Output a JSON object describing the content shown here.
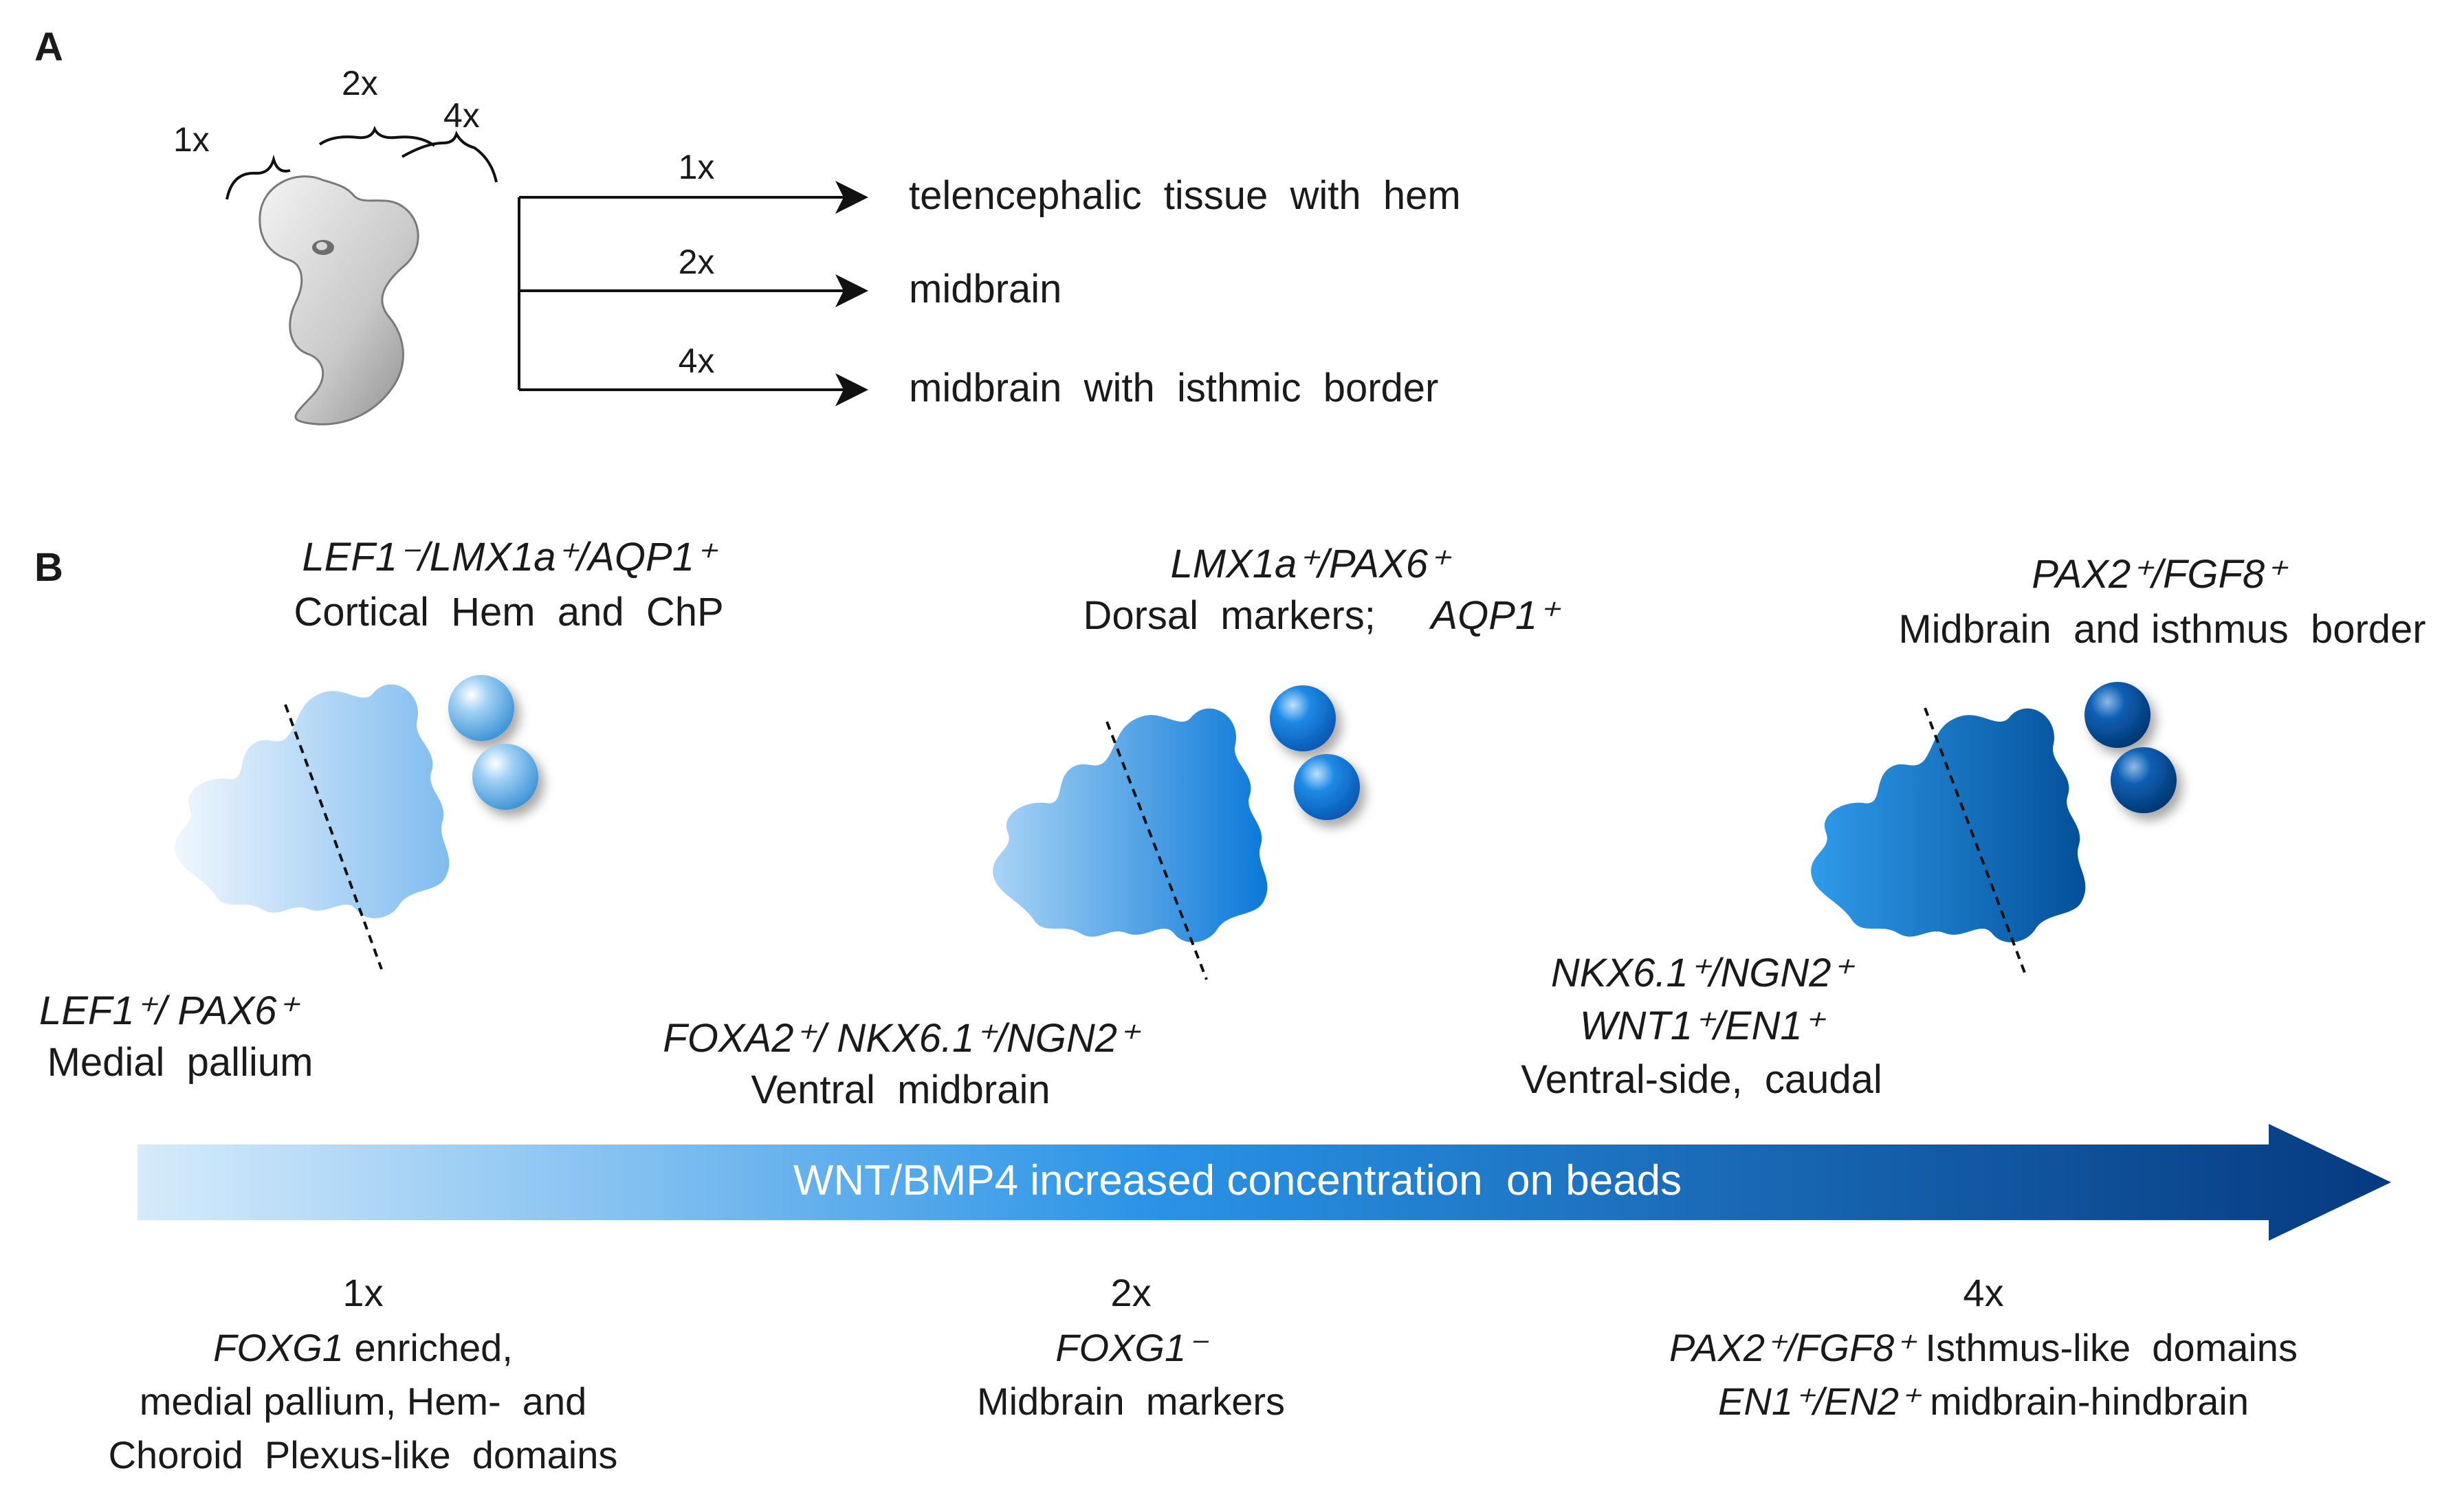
{
  "panel_a": {
    "label": "A",
    "position_labels": [
      "1x",
      "2x",
      "4x"
    ],
    "arrows": [
      {
        "dose": "1x",
        "outcome": "telencephalic  tissue  with  hem"
      },
      {
        "dose": "2x",
        "outcome": "midbrain"
      },
      {
        "dose": "4x",
        "outcome": "midbrain  with  isthmic  border"
      }
    ]
  },
  "panel_b": {
    "label": "B",
    "organoids": [
      {
        "top_markers": "LEF1⁻/LMX1a⁺/AQP1⁺",
        "top_desc": "Cortical  Hem  and  ChP",
        "bottom_markers": "LEF1⁺/ PAX6⁺",
        "bottom_desc": "Medial  pallium",
        "color_light": "#f0f7fe",
        "color_dark": "#7fbcef",
        "bead_color": "#4fa6e6"
      },
      {
        "top_markers": "LMX1a⁺/PAX6⁺",
        "top_desc_plain": "Dorsal  markers;",
        "top_desc_italic": "AQP1⁺",
        "bottom_markers": "FOXA2⁺/ NKX6.1⁺/NGN2⁺",
        "bottom_desc": "Ventral  midbrain",
        "color_light": "#a9d4f6",
        "color_dark": "#0a78d8",
        "bead_color": "#0a6fd6"
      },
      {
        "top_markers": "PAX2⁺/FGF8⁺",
        "top_desc": "Midbrain  and isthmus  border",
        "bottom_markers_1": "NKX6.1⁺/NGN2⁺",
        "bottom_markers_2": "WNT1⁺/EN1⁺",
        "bottom_desc": "Ventral-side,  caudal",
        "color_light": "#2f9bea",
        "color_dark": "#034f99",
        "bead_color": "#024a94"
      }
    ],
    "gradient_arrow": {
      "text": "WNT/BMP4 increased concentration  on beads",
      "color_start": "#d6ebfb",
      "color_mid": "#2a93e6",
      "color_end": "#063a80"
    },
    "doses": [
      {
        "dose": "1x",
        "line1_italic": "FOXG1",
        "line1_plain": " enriched,",
        "line2": "medial pallium, Hem-  and",
        "line3": "Choroid  Plexus-like  domains"
      },
      {
        "dose": "2x",
        "line1_italic": "FOXG1⁻",
        "line2": "Midbrain  markers"
      },
      {
        "dose": "4x",
        "line1_italic": "PAX2⁺/FGF8⁺",
        "line1_plain": " Isthmus-like  domains",
        "line2_italic": "EN1⁺/EN2⁺",
        "line2_plain": " midbrain-hindbrain"
      }
    ]
  }
}
